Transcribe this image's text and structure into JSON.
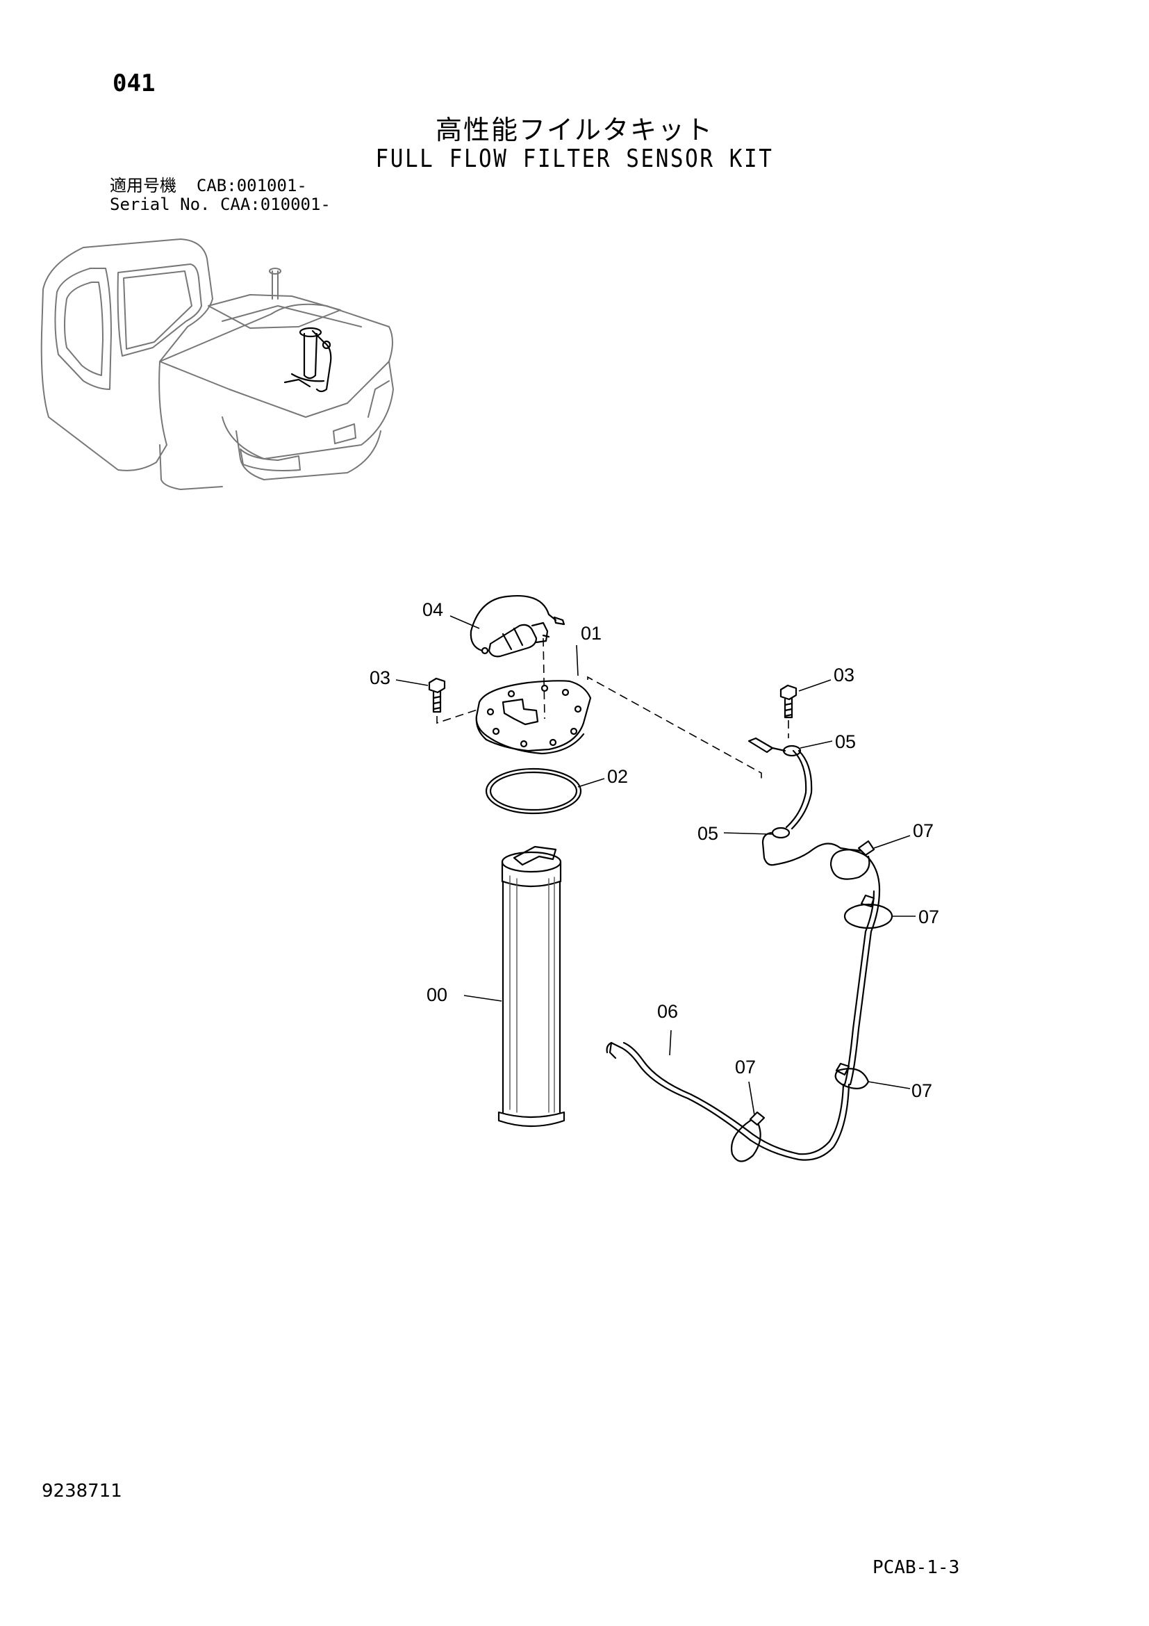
{
  "header": {
    "page_number": "041",
    "title_jp": "高性能フイルタキット",
    "title_en": "FULL FLOW FILTER SENSOR KIT",
    "serial_lines": [
      "適用号機  CAB:001001-",
      "Serial No. CAA:010001-"
    ]
  },
  "callouts": {
    "c00": "00",
    "c01": "01",
    "c02": "02",
    "c03_left": "03",
    "c03_right": "03",
    "c04": "04",
    "c05_top": "05",
    "c05_mid": "05",
    "c06": "06",
    "c07_a": "07",
    "c07_b": "07",
    "c07_c": "07",
    "c07_d": "07"
  },
  "footer": {
    "document_number": "9238711",
    "sheet_reference": "PCAB-1-3"
  }
}
